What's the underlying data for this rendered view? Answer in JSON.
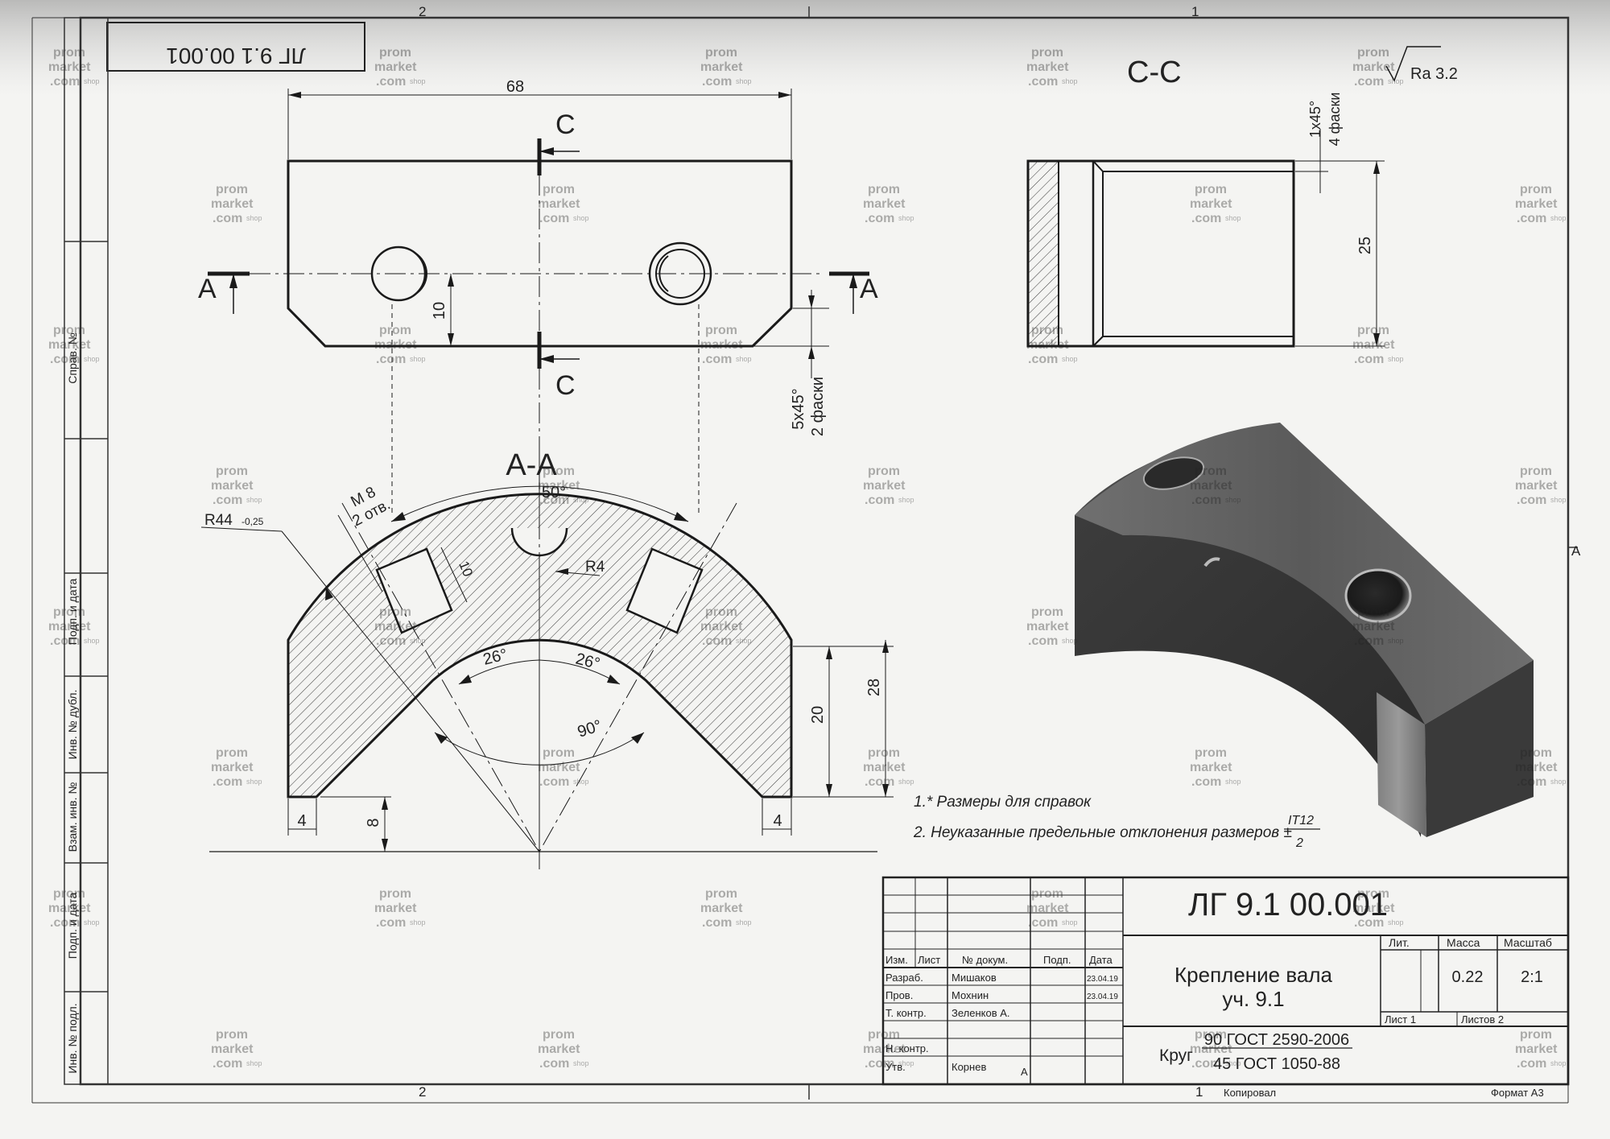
{
  "sheet": {
    "zone_numbers": {
      "top_left": "2",
      "top_right": "1",
      "bottom_left": "2",
      "bottom_right": "1",
      "side": "A"
    },
    "mirrored_code": "ЛГ 9.1 00.001",
    "left_strip": {
      "sprav": "Справ. №",
      "podp_data_1": "Подп. и дата",
      "inv_dubl": "Инв. № дубл.",
      "vzam_inv": "Взам. инв. №",
      "podp_data_2": "Подп. и дата",
      "inv_podl": "Инв. № подл."
    },
    "copied": "Копировал",
    "format": "Формат А3"
  },
  "watermark": {
    "line1": "prom",
    "line2": "market",
    "line3": ".com",
    "suffix": "shop"
  },
  "top_view": {
    "dim_68": "68",
    "section_c_top": "C",
    "section_c_bottom": "C",
    "section_a_left": "A",
    "section_a_right": "A",
    "dim_10": "10",
    "chamfer_1": "5x45°",
    "chamfer_2": "2 фаски"
  },
  "section_aa": {
    "title": "A-A",
    "angle_50": "50°",
    "thread_1": "M 8",
    "thread_2": "2 отв.",
    "radius_main": "R44",
    "radius_tol": "-0,25",
    "radius_r4": "R4",
    "dim_10": "10",
    "angle_26_left": "26°",
    "angle_26_right": "26°",
    "angle_90": "90°",
    "dim_20": "20",
    "dim_28": "28",
    "dim_4_left": "4",
    "dim_4_right": "4",
    "dim_8": "8"
  },
  "section_cc": {
    "title": "C-C",
    "chamfer_1": "1x45°",
    "chamfer_2": "4 фаски",
    "dim_25": "25",
    "roughness": "Ra 3.2"
  },
  "notes": {
    "note1": "1.* Размеры для справок",
    "note2": "2. Неуказанные предельные отклонения размеров ±",
    "frac_top": "IT12",
    "frac_bottom": "2"
  },
  "title_block": {
    "designation": "ЛГ 9.1 00.001",
    "name_line1": "Крепление вала",
    "name_line2": "уч. 9.1",
    "headers": {
      "izm": "Изм.",
      "list": "Лист",
      "docnum": "№ докум.",
      "podp": "Подп.",
      "date": "Дата"
    },
    "roles": [
      {
        "role": "Разраб.",
        "name": "Мишаков",
        "date": "23.04.19"
      },
      {
        "role": "Пров.",
        "name": "Мохнин",
        "date": "23.04.19"
      },
      {
        "role": "Т. контр.",
        "name": "Зеленков А.",
        "date": ""
      },
      {
        "role": "",
        "name": "",
        "date": ""
      },
      {
        "role": "Н. контр.",
        "name": "",
        "date": ""
      },
      {
        "role": "Утв.",
        "name": "Корнев",
        "date": ""
      }
    ],
    "utv_initial": "А",
    "lit_label": "Лит.",
    "mass_label": "Масса",
    "scale_label": "Масштаб",
    "mass_value": "0.22",
    "scale_value": "2:1",
    "sheet_label": "Лист 1",
    "sheets_label": "Листов 2",
    "material_prefix": "Круг",
    "material_top": "90 ГОСТ 2590-2006",
    "material_bottom": "45 ГОСТ 1050-88"
  }
}
